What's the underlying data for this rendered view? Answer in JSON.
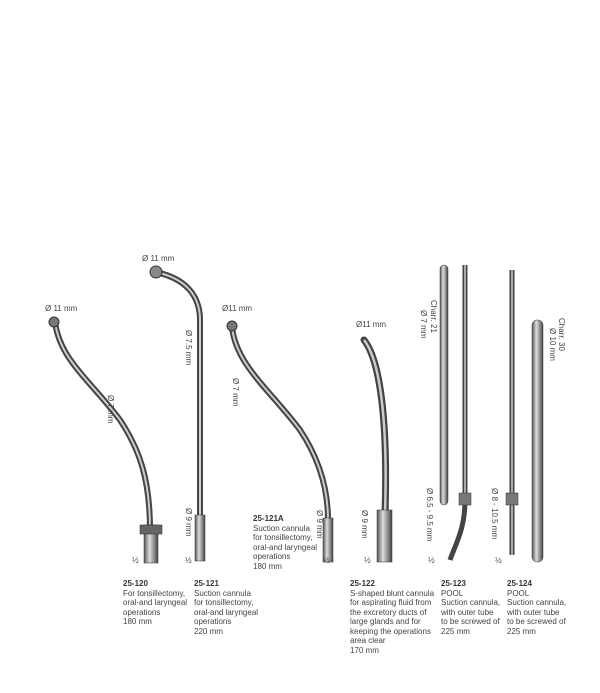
{
  "products": [
    {
      "code": "25-120",
      "lines": [
        "For tonsillectomy,",
        "oral-and laryngeal",
        "operations",
        "180 mm"
      ],
      "labels": {
        "tip": "Ø 11 mm",
        "shaft": "Ø 7 mm",
        "scale": "½"
      }
    },
    {
      "code": "25-121",
      "lines": [
        "Suction cannula",
        "for tonsillectomy,",
        "oral-and laryngeal",
        "operations",
        "220 mm"
      ],
      "labels": {
        "tip": "Ø 11 mm",
        "shaft": "Ø 7.5 mm",
        "base": "Ø 9 mm",
        "scale": "½"
      }
    },
    {
      "code": "25-121A",
      "lines": [
        "Suction cannula",
        "for tonsillectomy,",
        "oral-and laryngeal",
        "operations",
        "180 mm"
      ],
      "labels": {
        "tip": "Ø11 mm",
        "shaft": "Ø 7 mm",
        "base": "Ø 9 mm",
        "scale": "½"
      }
    },
    {
      "code": "25-122",
      "lines": [
        "S-shaped blunt cannula",
        "for aspirating fluid from",
        "the excretory ducts of",
        "large glands and for",
        "keeping the operations",
        "area clear",
        "170 mm"
      ],
      "labels": {
        "tip": "Ø11 mm",
        "base": "Ø 9 mm",
        "scale": "½"
      }
    },
    {
      "code": "25-123",
      "lines": [
        "POOL",
        "Suction cannula,",
        "with outer tube",
        "to be screwed of",
        "225 mm"
      ],
      "labels": {
        "tip": "Ø 7 mm",
        "charr": "Charr. 21",
        "base": "Ø 6.5 - 9.5 mm",
        "scale": "½"
      }
    },
    {
      "code": "25-124",
      "lines": [
        "POOL",
        "Suction cannula,",
        "with outer tube",
        " to be screwed of",
        "225 mm"
      ],
      "labels": {
        "tip": "Ø 10 mm",
        "charr": "Charr. 30",
        "base": "Ø 8 - 10.5 mm",
        "scale": "½"
      }
    }
  ]
}
